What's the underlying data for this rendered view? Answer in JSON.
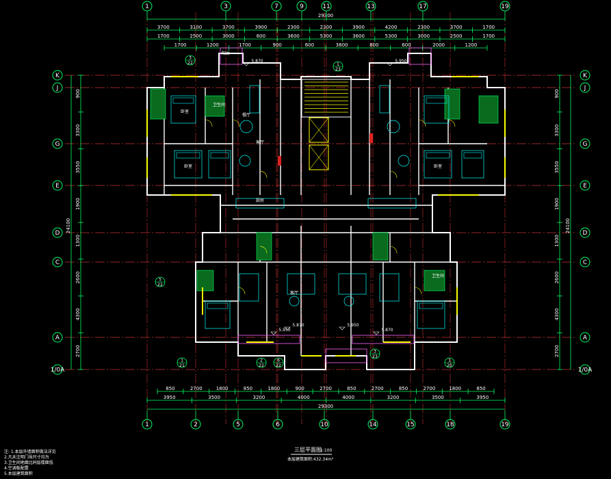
{
  "drawing": {
    "title": "三层平面图",
    "scale": "1:100",
    "area_note": "本层建筑面积:432.34m²"
  },
  "grid_columns_top": [
    "1",
    "3",
    "7",
    "9",
    "11",
    "13",
    "17",
    "19"
  ],
  "grid_columns_bottom": [
    "1",
    "2",
    "5",
    "6",
    "10",
    "14",
    "15",
    "18",
    "19"
  ],
  "grid_rows": [
    "K",
    "J",
    "G",
    "E",
    "D",
    "C",
    "A",
    "1/0A"
  ],
  "dims_top_overall": "29300",
  "dims_top_row1": [
    "3700",
    "3100",
    "3700",
    "3900",
    "2300",
    "2300",
    "3900",
    "4200",
    "2300",
    "3700",
    "1700"
  ],
  "dims_top_row2": [
    "1700",
    "2500",
    "3000",
    "600",
    "3600",
    "5300",
    "3600",
    "5300",
    "3000",
    "2500",
    "1700"
  ],
  "dims_top_row3": [
    "1700",
    "1200",
    "1700",
    "900",
    "600",
    "3800",
    "800",
    "600",
    "2000",
    "1200"
  ],
  "dims_bottom_row1": [
    "850",
    "2700",
    "1800",
    "850",
    "1800",
    "900",
    "2700",
    "850",
    "2700",
    "850",
    "2700",
    "1800",
    "850"
  ],
  "dims_bottom_row2": [
    "3950",
    "3500",
    "3200",
    "4000",
    "4000",
    "3200",
    "3500",
    "3950"
  ],
  "dims_bottom_overall": "29300",
  "dims_left_overall": "24100",
  "dims_left": [
    "900",
    "3300",
    "3550",
    "1900",
    "1300",
    "2600",
    "4300",
    "2700"
  ],
  "dims_right_overall": "24100",
  "dims_right": [
    "900",
    "3300",
    "3550",
    "1900",
    "1300",
    "2600",
    "4300",
    "2700"
  ],
  "index_tags": [
    {
      "num": "3",
      "sheet": "22"
    },
    {
      "num": "1",
      "sheet": "23"
    },
    {
      "num": "5",
      "sheet": "22"
    },
    {
      "num": "1",
      "sheet": "21"
    },
    {
      "num": "6",
      "sheet": "22"
    },
    {
      "num": "3",
      "sheet": "23"
    },
    {
      "num": "1",
      "sheet": "20"
    },
    {
      "num": "2",
      "sheet": "22"
    }
  ],
  "elevations": [
    "5.870",
    "5.950",
    "5.950",
    "5.870",
    "5.870",
    "5.950"
  ],
  "room_labels": [
    "卧室",
    "卧室",
    "客厅",
    "餐厅",
    "厨房",
    "卫生间",
    "阳台",
    "卧室",
    "客厅",
    "卫生间"
  ],
  "notes": [
    "注: 1.本层外墙面积做法详见",
    "2.凡未注明门垛尺寸均为",
    "3.卫生间地面比同层楼面低",
    "4.空调板配置",
    "5.本层建筑面积"
  ],
  "colors": {
    "background": "#000000",
    "wall": "#ffffff",
    "grid_line": "#00ff66",
    "axis_line": "#cc3333",
    "dimension": "#00ff66",
    "furniture": "#00ffff",
    "window": "#ffff00",
    "highlight_fill": "#0a6b1e",
    "balcony": "#ff66ff",
    "door": "#ffff00"
  }
}
